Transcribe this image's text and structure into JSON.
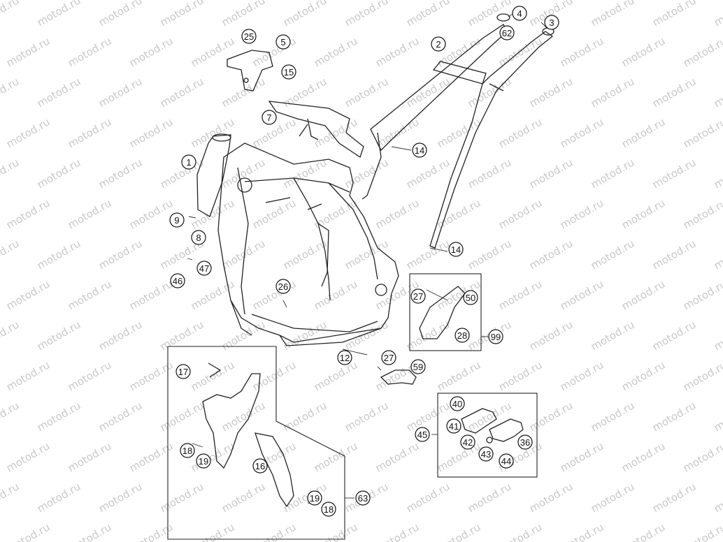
{
  "watermark": "motod.ru",
  "callouts": [
    {
      "id": "c1",
      "label": "1"
    },
    {
      "id": "c2",
      "label": "2"
    },
    {
      "id": "c3",
      "label": "3"
    },
    {
      "id": "c4",
      "label": "4"
    },
    {
      "id": "c5",
      "label": "5"
    },
    {
      "id": "c7",
      "label": "7"
    },
    {
      "id": "c8",
      "label": "8"
    },
    {
      "id": "c9",
      "label": "9"
    },
    {
      "id": "c12",
      "label": "12"
    },
    {
      "id": "c14a",
      "label": "14"
    },
    {
      "id": "c14b",
      "label": "14"
    },
    {
      "id": "c15",
      "label": "15"
    },
    {
      "id": "c16",
      "label": "16"
    },
    {
      "id": "c17",
      "label": "17"
    },
    {
      "id": "c18a",
      "label": "18"
    },
    {
      "id": "c18b",
      "label": "18"
    },
    {
      "id": "c19a",
      "label": "19"
    },
    {
      "id": "c19b",
      "label": "19"
    },
    {
      "id": "c25",
      "label": "25"
    },
    {
      "id": "c26",
      "label": "26"
    },
    {
      "id": "c27a",
      "label": "27"
    },
    {
      "id": "c27b",
      "label": "27"
    },
    {
      "id": "c28",
      "label": "28"
    },
    {
      "id": "c36",
      "label": "36"
    },
    {
      "id": "c40",
      "label": "40"
    },
    {
      "id": "c41",
      "label": "41"
    },
    {
      "id": "c42",
      "label": "42"
    },
    {
      "id": "c43",
      "label": "43"
    },
    {
      "id": "c44",
      "label": "44"
    },
    {
      "id": "c45",
      "label": "45"
    },
    {
      "id": "c46",
      "label": "46"
    },
    {
      "id": "c47",
      "label": "47"
    },
    {
      "id": "c50",
      "label": "50"
    },
    {
      "id": "c59",
      "label": "59"
    },
    {
      "id": "c62",
      "label": "62"
    },
    {
      "id": "c63",
      "label": "63"
    },
    {
      "id": "c99",
      "label": "99"
    }
  ]
}
